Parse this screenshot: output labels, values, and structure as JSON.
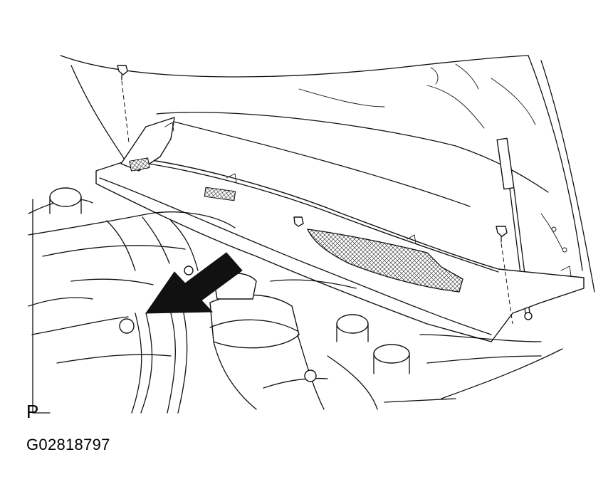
{
  "figure": {
    "panel_letter": "P",
    "figure_code": "G02818797"
  },
  "parts": [
    "engine-hood",
    "hood-support-strut",
    "cowl-top-ventilator-louver",
    "louver-screen",
    "clip",
    "direction-arrow"
  ]
}
